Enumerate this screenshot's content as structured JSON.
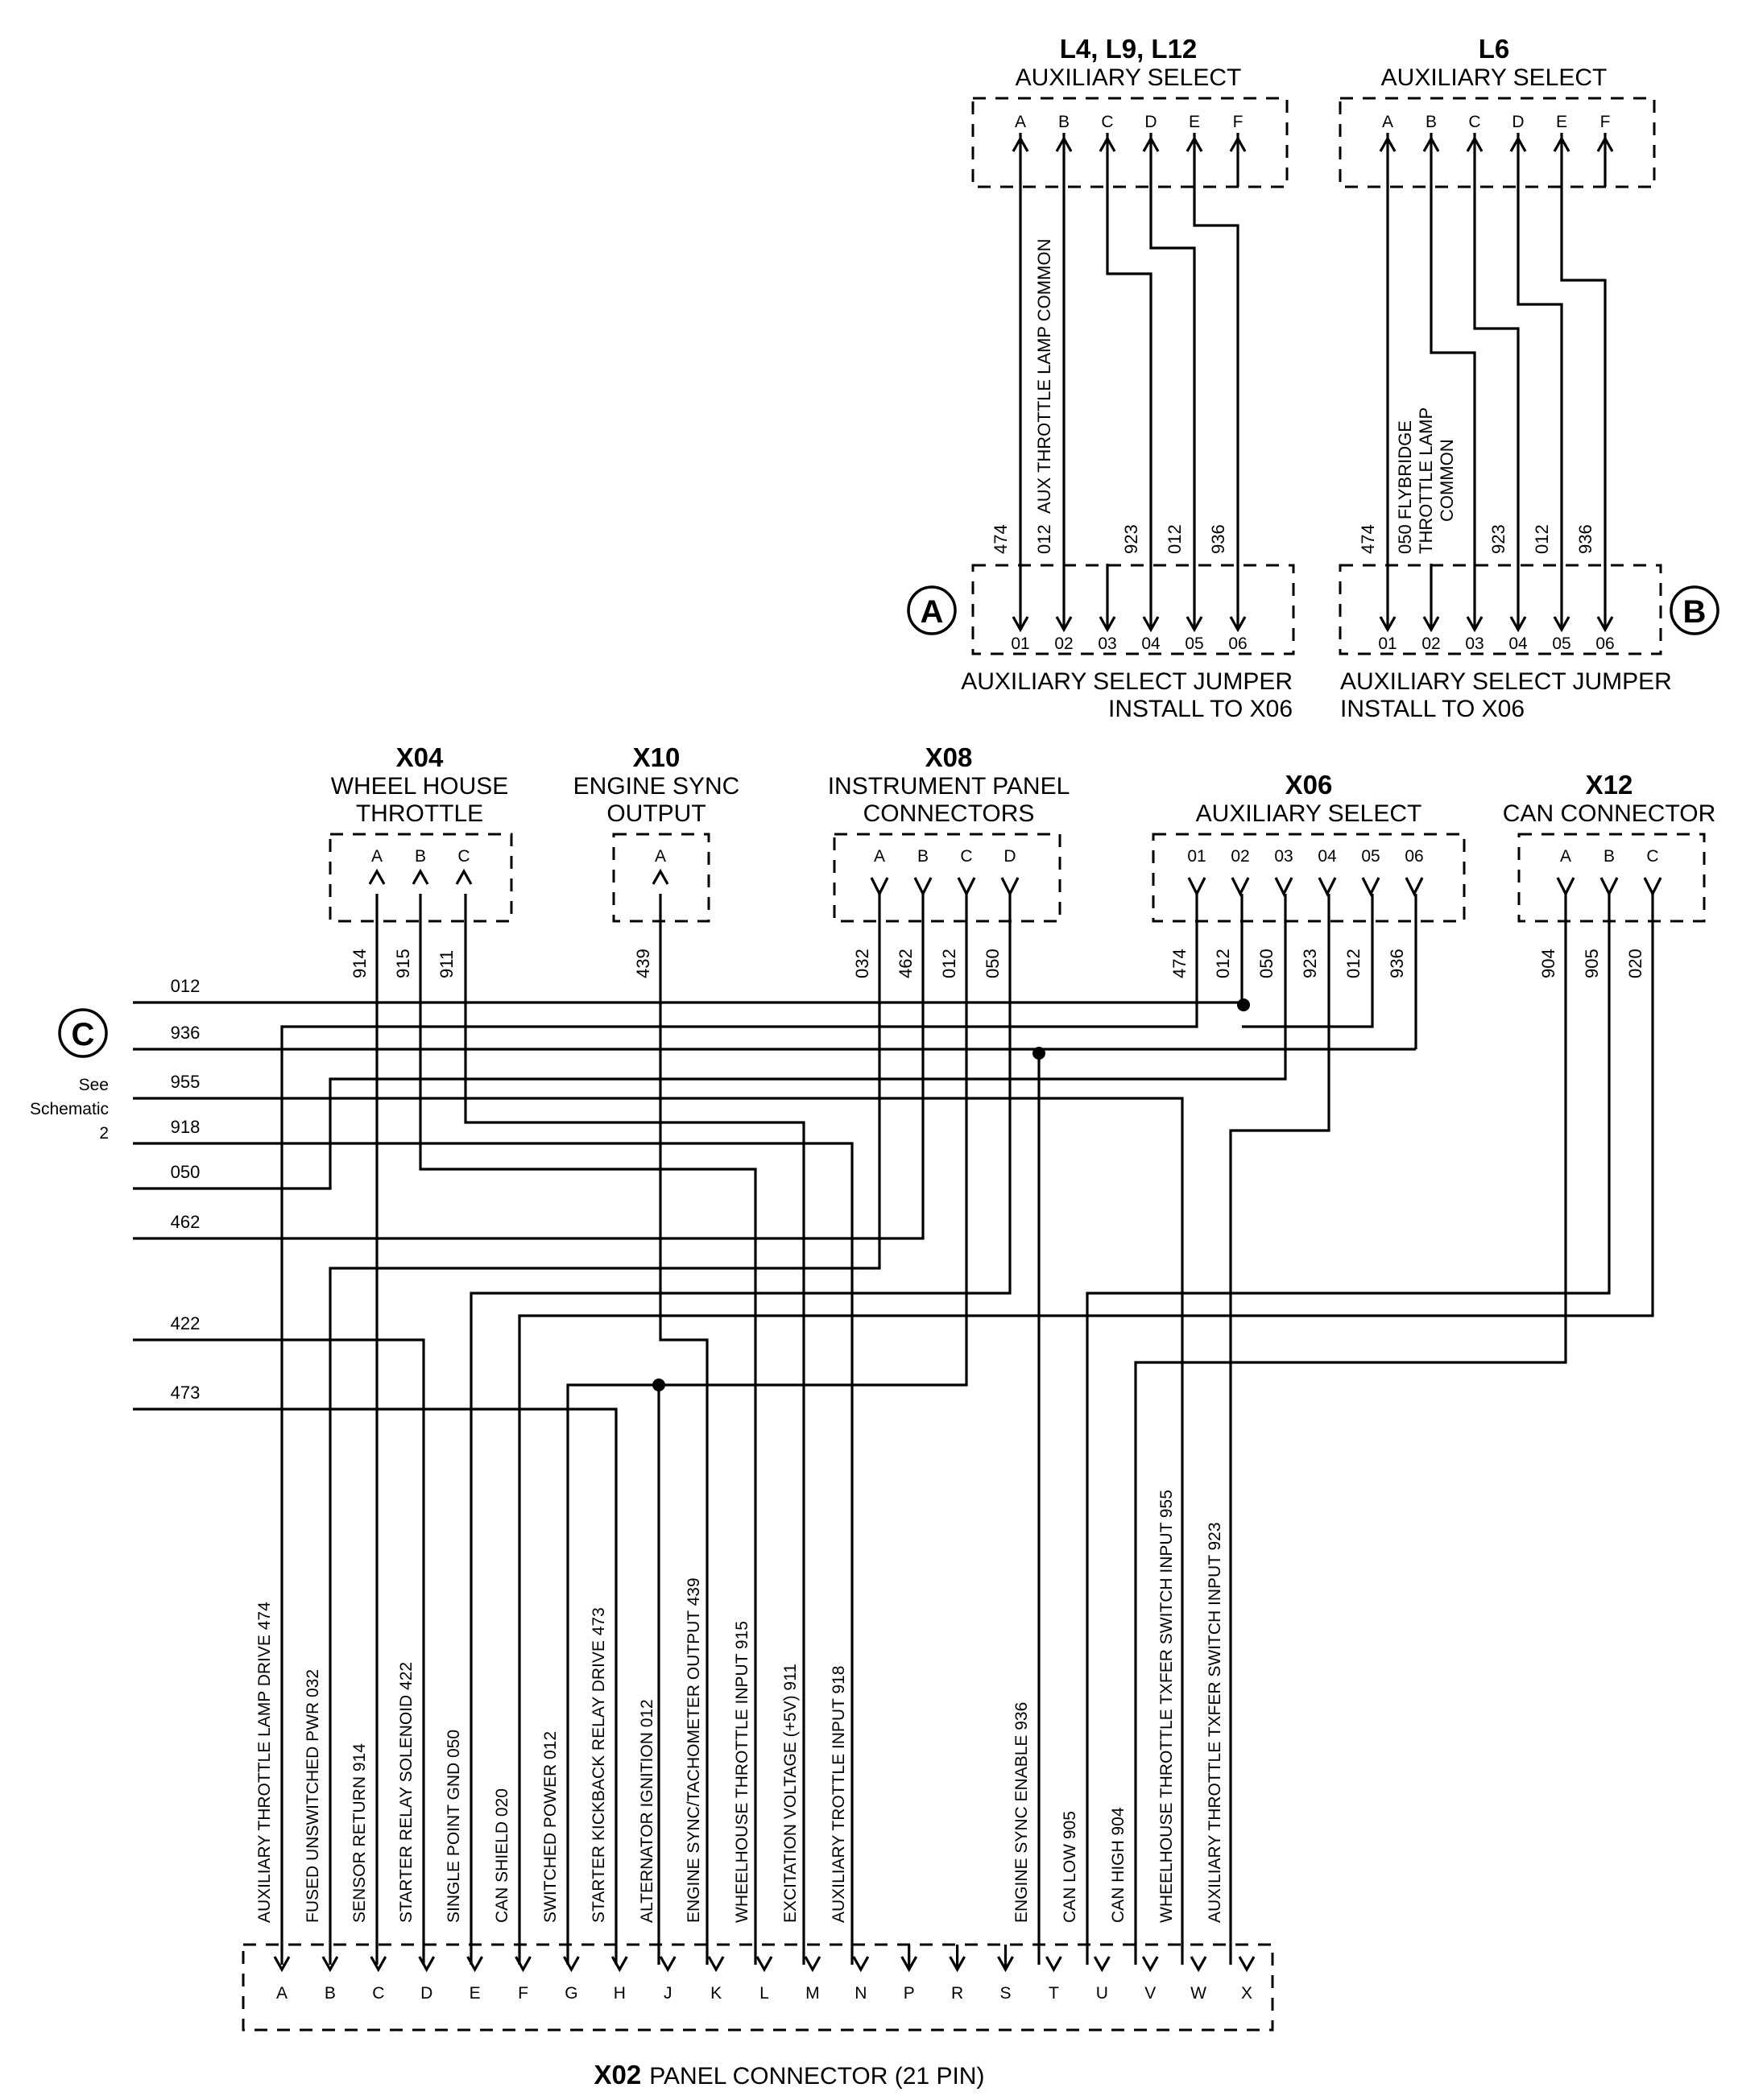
{
  "connectors": {
    "l4": {
      "title": "L4, L9, L12",
      "subtitle": "AUXILIARY SELECT",
      "pins": [
        "A",
        "B",
        "C",
        "D",
        "E",
        "F"
      ]
    },
    "l6": {
      "title": "L6",
      "subtitle": "AUXILIARY SELECT",
      "pins": [
        "A",
        "B",
        "C",
        "D",
        "E",
        "F"
      ]
    },
    "jumper_a": {
      "pins": [
        "01",
        "02",
        "03",
        "04",
        "05",
        "06"
      ],
      "caption": [
        "AUXILIARY SELECT JUMPER",
        "INSTALL TO X06"
      ]
    },
    "jumper_b": {
      "pins": [
        "01",
        "02",
        "03",
        "04",
        "05",
        "06"
      ],
      "caption": [
        "AUXILIARY SELECT JUMPER",
        "INSTALL TO X06"
      ]
    },
    "x04": {
      "title": "X04",
      "subtitle": [
        "WHEEL HOUSE",
        "THROTTLE"
      ],
      "pins": [
        "A",
        "B",
        "C"
      ]
    },
    "x10": {
      "title": "X10",
      "subtitle": [
        "ENGINE SYNC",
        "OUTPUT"
      ],
      "pins": [
        "A"
      ]
    },
    "x08": {
      "title": "X08",
      "subtitle": [
        "INSTRUMENT PANEL",
        "CONNECTORS"
      ],
      "pins": [
        "A",
        "B",
        "C",
        "D"
      ]
    },
    "x06": {
      "title": "X06",
      "subtitle": "AUXILIARY SELECT",
      "pins": [
        "01",
        "02",
        "03",
        "04",
        "05",
        "06"
      ]
    },
    "x12": {
      "title": "X12",
      "subtitle": "CAN CONNECTOR",
      "pins": [
        "A",
        "B",
        "C"
      ]
    },
    "x02": {
      "title": "X02",
      "subtitle": "PANEL CONNECTOR (21 PIN)",
      "pins": [
        "A",
        "B",
        "C",
        "D",
        "E",
        "F",
        "G",
        "H",
        "J",
        "K",
        "L",
        "M",
        "N",
        "P",
        "R",
        "S",
        "T",
        "U",
        "V",
        "W",
        "X"
      ]
    }
  },
  "jumper_a_wires": [
    "474",
    "012",
    "923",
    "012",
    "936"
  ],
  "jumper_a_note": "AUX THROTTLE LAMP COMMON",
  "jumper_b_wires": [
    "474",
    "923",
    "012",
    "936"
  ],
  "jumper_b_note": [
    "050 FLYBRIDGE",
    "THROTTLE LAMP",
    "COMMON"
  ],
  "callouts": {
    "a": "A",
    "b": "B",
    "c": "C"
  },
  "see_schematic": [
    "See",
    "Schematic",
    "2"
  ],
  "x04_wires": [
    "914",
    "915",
    "911"
  ],
  "x10_wires": [
    "439"
  ],
  "x08_wires": [
    "032",
    "462",
    "012",
    "050"
  ],
  "x06_wires": [
    "474",
    "012",
    "050",
    "923",
    "012",
    "936"
  ],
  "x12_wires": [
    "904",
    "905",
    "020"
  ],
  "left_wires": [
    "012",
    "936",
    "955",
    "918",
    "050",
    "462",
    "422",
    "473"
  ],
  "x02_functions": [
    "AUXILIARY THROTTLE LAMP DRIVE  474",
    "FUSED UNSWITCHED PWR  032",
    "SENSOR RETURN  914",
    "STARTER RELAY SOLENOID   422",
    "SINGLE POINT GND   050",
    "CAN SHIELD  020",
    "SWITCHED POWER  012",
    "STARTER KICKBACK RELAY DRIVE   473",
    "ALTERNATOR IGNITION   012",
    "ENGINE SYNC/TACHOMETER OUTPUT   439",
    "WHEELHOUSE  THROTTLE INPUT   915",
    "EXCITATION VOLTAGE (+5V)   911",
    "AUXILIARY TROTTLE INPUT   918",
    "ENGINE SYNC ENABLE   936",
    "CAN LOW  905",
    "CAN HIGH   904",
    "WHEELHOUSE THROTTLE TXFER SWITCH INPUT   955",
    "AUXILIARY THROTTLE TXFER SWITCH INPUT   923"
  ]
}
